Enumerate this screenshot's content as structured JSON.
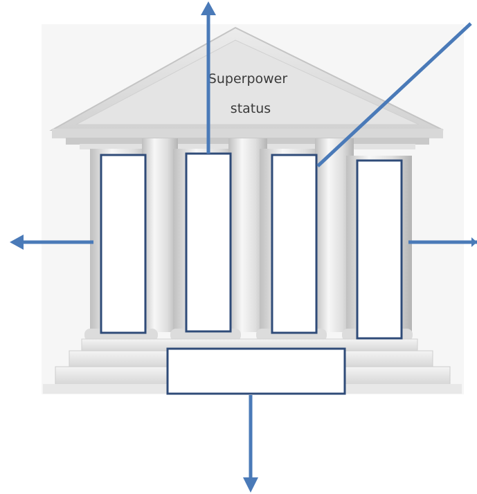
{
  "roof": {
    "line1": "Superpower",
    "line2": "status"
  },
  "colors": {
    "box_border": "#2f4b78",
    "arrow": "#4a7ab8",
    "stone_light": "#f2f2f2",
    "stone_mid": "#dcdcdc",
    "stone_dark": "#b9b9b9"
  },
  "pillar_boxes": [
    "",
    "",
    "",
    ""
  ],
  "foundation_box": "",
  "arrows": [
    "up",
    "up-right",
    "left",
    "right",
    "down"
  ]
}
